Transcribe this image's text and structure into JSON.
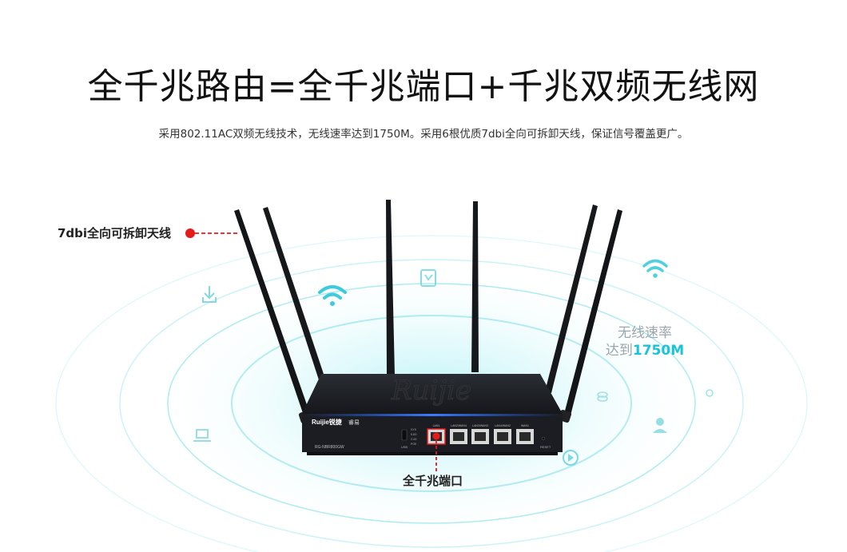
{
  "headline": "全千兆路由=全千兆端口+千兆双频无线网",
  "subtitle": "采用802.11AC双频无线技术，无线速率达到1750M。采用6根优质7dbi全向可拆卸天线，保证信号覆盖更广。",
  "callouts": {
    "antenna": "7dbi全向可拆卸天线",
    "ports": "全千兆端口"
  },
  "speed_badge": {
    "line1": "无线速率",
    "line2_prefix": "达到",
    "line2_value": "1750M"
  },
  "router": {
    "brand": "Ruijie锐捷",
    "sub_brand": "睿易",
    "model": "RG-NBR800GW",
    "port_labels": [
      "LAN1",
      "LAN2/WAN4",
      "LAN3/WAN3",
      "LAN4/WAN2",
      "WAN1"
    ],
    "led_labels": [
      "SYS",
      "5.8G",
      "2.4G",
      "POE"
    ],
    "usb_label": "USB",
    "reset_label": "RESET"
  },
  "colors": {
    "accent_cyan": "#19c3d9",
    "callout_red": "#e31b1b",
    "router_body": "#1b1d22",
    "glow_blue": "#1f5fff"
  }
}
